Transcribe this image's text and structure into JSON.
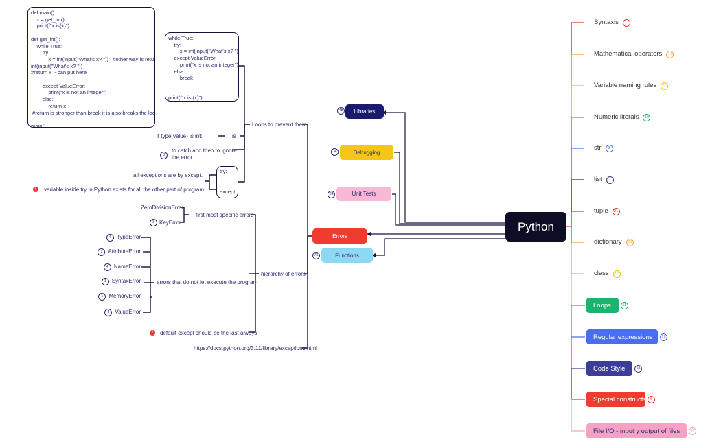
{
  "root": {
    "label": "Python"
  },
  "right_branches": [
    {
      "label": "Syntaxis",
      "count": "",
      "color": "#e53935",
      "style": "plain"
    },
    {
      "label": "Mathematical operators",
      "count": "17",
      "color": "#f59e42",
      "style": "plain"
    },
    {
      "label": "Variable naming rules",
      "count": "6",
      "color": "#f2c200",
      "style": "plain"
    },
    {
      "label": "Numeric literals",
      "count": "19",
      "color": "#22b573",
      "style": "plain"
    },
    {
      "label": "str",
      "count": "3",
      "color": "#4a6ef0",
      "style": "plain"
    },
    {
      "label": "list",
      "count": "",
      "color": "#2b2b8a",
      "style": "plain"
    },
    {
      "label": "tuple",
      "count": "21",
      "color": "#e53935",
      "style": "plain"
    },
    {
      "label": "dictionary",
      "count": "60",
      "color": "#f59e42",
      "style": "plain"
    },
    {
      "label": "class",
      "count": "12",
      "color": "#f2c200",
      "style": "plain"
    },
    {
      "label": "Loops",
      "count": "55",
      "color": "#1db36e",
      "style": "box"
    },
    {
      "label": "Regular expressions",
      "count": "19",
      "color": "#4a6ef0",
      "style": "box"
    },
    {
      "label": "Code Style",
      "count": "13",
      "color": "#3d3d99",
      "style": "box"
    },
    {
      "label": "Special constructs",
      "count": "6",
      "color": "#f03c30",
      "style": "box"
    },
    {
      "label": "File I/O  - input y output of files",
      "count": "17",
      "color": "#f7a1c4",
      "style": "pinkbox"
    }
  ],
  "left_branches": {
    "libraries": {
      "label": "Libraries",
      "count": "48"
    },
    "debugging": {
      "label": "Debugging",
      "count": "4"
    },
    "unit_tests": {
      "label": "Unit Tests",
      "count": "24"
    },
    "errors": {
      "label": "Errors"
    },
    "functions": {
      "label": "Functions",
      "count": "73"
    }
  },
  "errors_tree": {
    "loops_label": "Loops to prevent them",
    "hierarchy_label": "hierarchy of errors",
    "docs_link": "https://docs.python.org/3.11/library/exceptions.html",
    "code_main": "def main():\n    x = get_int()\n    print(f\"x is{x}\")\n\ndef get_int():\n    while True:\n        try:\n            x = int(input(\"What's x? \"))   #other way is return\nint(input(\"What's x? \"))\n#return x  - can put here\n\n        except ValueError:\n            print(\"x is not an integer\")\n        else:\n            return x\n #return is stronger than break it is also breaks the loop\n\nmain()",
    "code_loop": "while True:\n    try:\n        x = int(input(\"What's x? \"))\n    except ValueError:\n        print(\"x is not an integer\")\n    else:\n        break\n\n\nprint(f\"x is {x}\")",
    "if_type": "if type(value) is int:",
    "is_label": "is",
    "catch_count": "3",
    "catch_text": "to catch and then to ignore\nthe error",
    "all_exc": "all exceptions are by except.",
    "var_try": "variable inside try in Python exists for all the other part of program",
    "try_box": "try:\n\n\n\nexcept:",
    "zero_div": "ZeroDivisionError",
    "key_err": "KeyError",
    "key_err_count": "3",
    "first_specific": "first most specific errors",
    "errors_not_exec": "errors that do not let execute the program",
    "default_except": "default except  should be the last always",
    "error_list": [
      {
        "label": "TypeError",
        "count": "4"
      },
      {
        "label": "AttributeError",
        "count": "1"
      },
      {
        "label": "NameError",
        "count": "4"
      },
      {
        "label": "SyntaxError",
        "count": "1"
      },
      {
        "label": "MemoryError",
        "count": "1"
      },
      {
        "label": "ValueError",
        "count": "8"
      }
    ]
  }
}
